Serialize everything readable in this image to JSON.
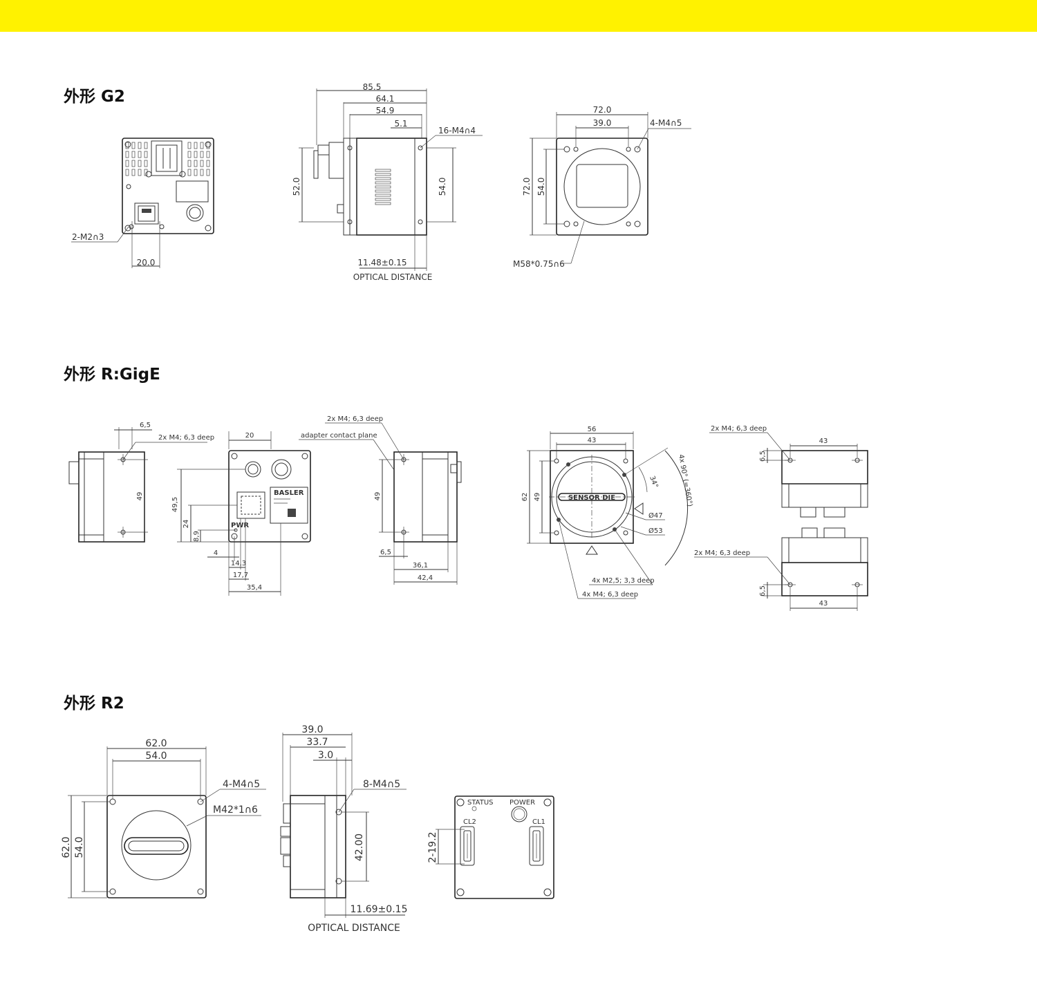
{
  "colors": {
    "accent_bar": "#fff200",
    "line": "#333333",
    "background": "#ffffff"
  },
  "sections": [
    {
      "title": "外形 G2"
    },
    {
      "title": "外形 R:GigE"
    },
    {
      "title": "外形 R2"
    }
  ],
  "g2": {
    "back": {
      "thread": "2-M2∩3",
      "width": "20.0"
    },
    "side": {
      "d1": "85.5",
      "d2": "64.1",
      "d3": "54.9",
      "d4": "5.1",
      "thread": "16-M4∩4",
      "h1": "52.0",
      "h2": "54.0",
      "optical": "11.48±0.15",
      "optical_label": "OPTICAL DISTANCE"
    },
    "front": {
      "w1": "72.0",
      "w2": "39.0",
      "thread": "4-M4∩5",
      "h1": "72.0",
      "h2": "54.0",
      "mount": "M58*0.75∩6"
    }
  },
  "rgige": {
    "side_left": {
      "top": "6,5",
      "thread": "2x M4; 6,3 deep",
      "height": "49"
    },
    "back": {
      "width": "20",
      "h1": "49,5",
      "h2": "24",
      "h3": "8,9",
      "w1": "4",
      "w2": "14,3",
      "w3": "17,7",
      "w4": "35,4",
      "brand": "BASLER",
      "pwr": "PWR"
    },
    "side_right": {
      "thread": "2x M4; 6,3 deep",
      "plane": "adapter contact plane",
      "height": "49",
      "w1": "6,5",
      "w2": "36,1",
      "w3": "42,4"
    },
    "front": {
      "w1": "56",
      "w2": "43",
      "h1": "62",
      "h2": "49",
      "angle1": "34°",
      "angle2": "4x 90° (=360°)",
      "sensor": "SENSOR DIE",
      "d1": "Ø47",
      "d2": "Ø53",
      "thread1": "4x M2,5; 3,3 deep",
      "thread2": "4x M4; 6,3 deep"
    },
    "top_bottom": {
      "thread_top": "2x M4; 6,3 deep",
      "top_w": "43",
      "top_h": "6,5",
      "thread_bottom": "2x M4; 6,3 deep",
      "bottom_w": "43",
      "bottom_h": "6,5"
    }
  },
  "r2": {
    "front": {
      "w1": "62.0",
      "w2": "54.0",
      "thread": "4-M4∩5",
      "mount": "M42*1∩6",
      "h1": "62.0",
      "h2": "54.0"
    },
    "side": {
      "d1": "39.0",
      "d2": "33.7",
      "d3": "3.0",
      "thread": "8-M4∩5",
      "height": "42.00",
      "optical": "11.69±0.15",
      "optical_label": "OPTICAL DISTANCE"
    },
    "back": {
      "status": "STATUS",
      "power": "POWER",
      "cl2": "CL2",
      "cl1": "CL1",
      "pitch": "2-19.2"
    }
  }
}
